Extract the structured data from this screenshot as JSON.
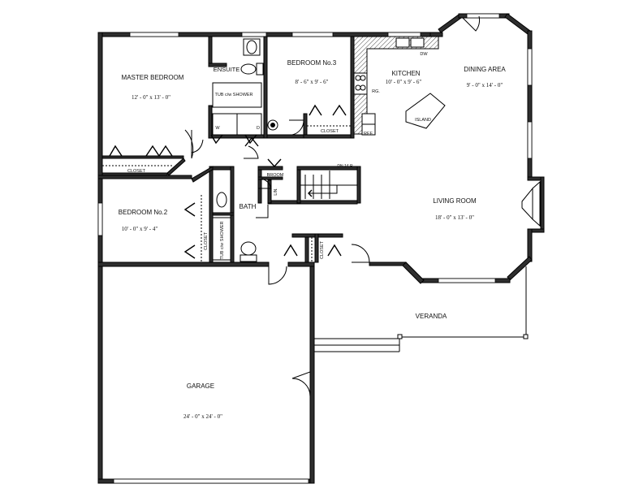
{
  "rooms": {
    "master_bedroom": {
      "name": "MASTER BEDROOM",
      "dims": "12' - 0\" x 13' - 0\""
    },
    "ensuite": {
      "name": "ENSUITE"
    },
    "bedroom3": {
      "name": "BEDROOM No.3",
      "dims": "8' - 6\" x 9' - 6\""
    },
    "kitchen": {
      "name": "KITCHEN",
      "dims": "10' - 0\" x 9' - 6\""
    },
    "dining": {
      "name": "DINING AREA",
      "dims": "9' - 0\" x 14' - 0\""
    },
    "bedroom2": {
      "name": "BEDROOM No.2",
      "dims": "10' - 0\" x 9' - 4\""
    },
    "bath": {
      "name": "BATH"
    },
    "living": {
      "name": "LIVING ROOM",
      "dims": "18' - 0\" x 13' - 0\""
    },
    "veranda": {
      "name": "VERANDA"
    },
    "garage": {
      "name": "GARAGE",
      "dims": "24' - 0\" x 24' - 0\""
    }
  },
  "labels": {
    "tub_shower_1": "TUB c/w SHOWER",
    "tub_shower_2": "TUB c/w SHOWER",
    "closet_master": "CLOSET",
    "closet_bed3": "CLOSET",
    "closet_bed2": "CLOSET",
    "closet_hall": "CLOSET",
    "island": "ISLAND",
    "ref": "REF.",
    "rg": "RG.",
    "dw": "DW",
    "washer": "W",
    "dryer": "D",
    "broom": "BROOM",
    "stairs": "DN 14 R",
    "linen": "LIN.",
    "label_colour": "#111111",
    "wall_colour": "#2e2e2e"
  }
}
